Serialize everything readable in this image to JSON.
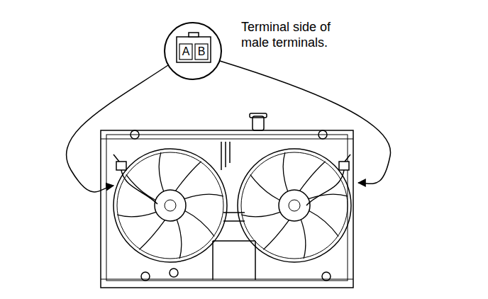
{
  "diagram": {
    "labels": [
      "A",
      "B",
      "Terminal side of male terminals."
    ]
  }
}
